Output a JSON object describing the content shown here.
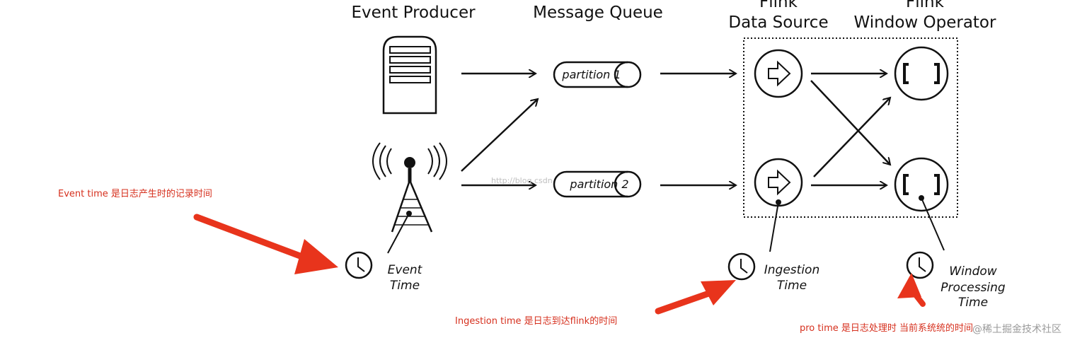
{
  "headers": {
    "event_producer": "Event Producer",
    "message_queue": "Message Queue",
    "flink_source_line1": "Flink",
    "flink_source_line2": "Data Source",
    "flink_window_line1": "Flink",
    "flink_window_line2": "Window Operator"
  },
  "partitions": [
    "partition 1",
    "partition 2"
  ],
  "time_labels": {
    "event": [
      "Event",
      "Time"
    ],
    "ingestion": [
      "Ingestion",
      "Time"
    ],
    "window": [
      "Window",
      "Processing",
      "Time"
    ]
  },
  "annotations": {
    "event_time": "Event time 是日志产生时的记录时间",
    "ingestion_time": "Ingestion time 是日志到达flink的时间",
    "pro_time": "pro time 是日志处理时 当前系统统的时间"
  },
  "watermarks": {
    "site": "@稀土掘金技术社区",
    "blog": "http://blog.csdn"
  },
  "colors": {
    "ink": "#111111",
    "annotation": "#d6301e",
    "arrow_red": "#e8341c"
  }
}
